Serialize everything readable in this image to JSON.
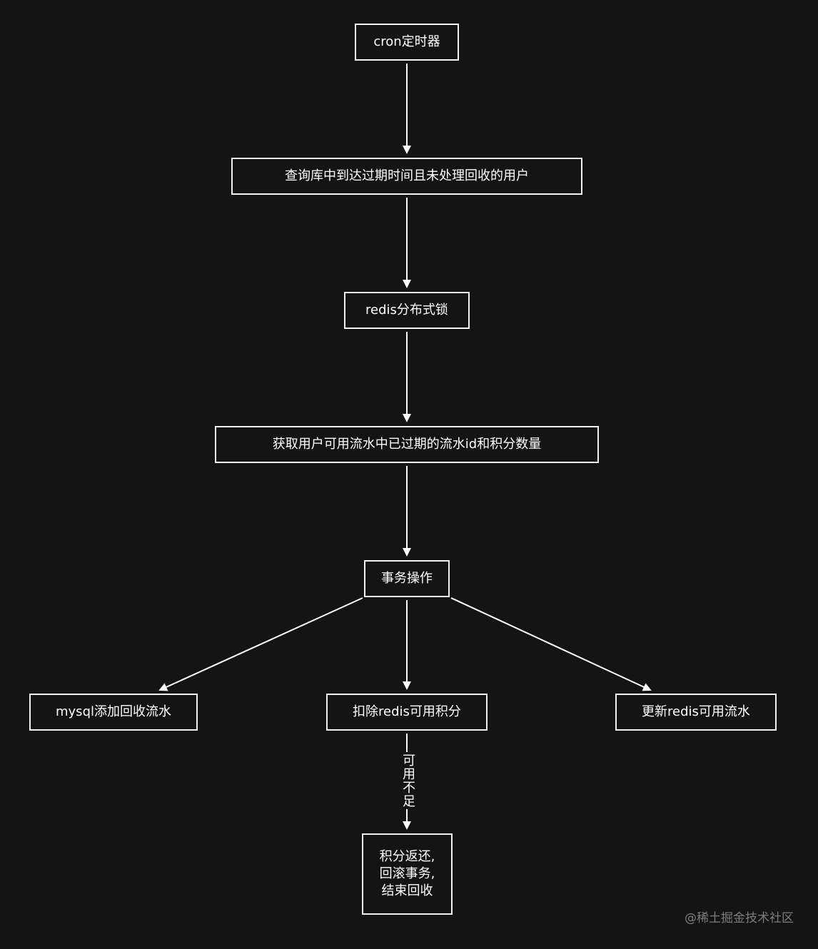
{
  "nodes": {
    "cron": "cron定时器",
    "query": "查询库中到达过期时间且未处理回收的用户",
    "lock": "redis分布式锁",
    "fetch": "获取用户可用流水中已过期的流水id和积分数量",
    "txn": "事务操作",
    "mysql": "mysql添加回收流水",
    "deduct": "扣除redis可用积分",
    "update": "更新redis可用流水",
    "rollback": "积分返还,\n回滚事务,\n结束回收"
  },
  "edges": {
    "insufficient_label": "可用不足"
  },
  "watermark": "@稀土掘金技术社区",
  "colors": {
    "background": "#141414",
    "stroke": "#f2f2f2",
    "text": "#ffffff",
    "watermark": "#7d7d7d"
  }
}
